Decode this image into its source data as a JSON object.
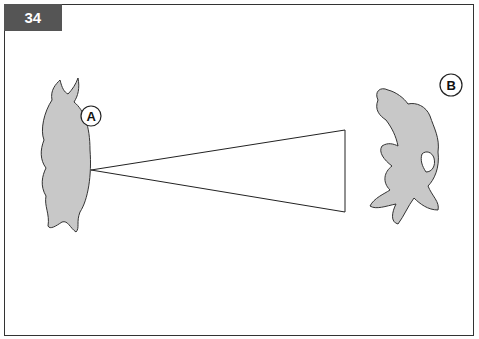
{
  "diagram": {
    "labels": [
      "34",
      "A",
      "B"
    ]
  }
}
